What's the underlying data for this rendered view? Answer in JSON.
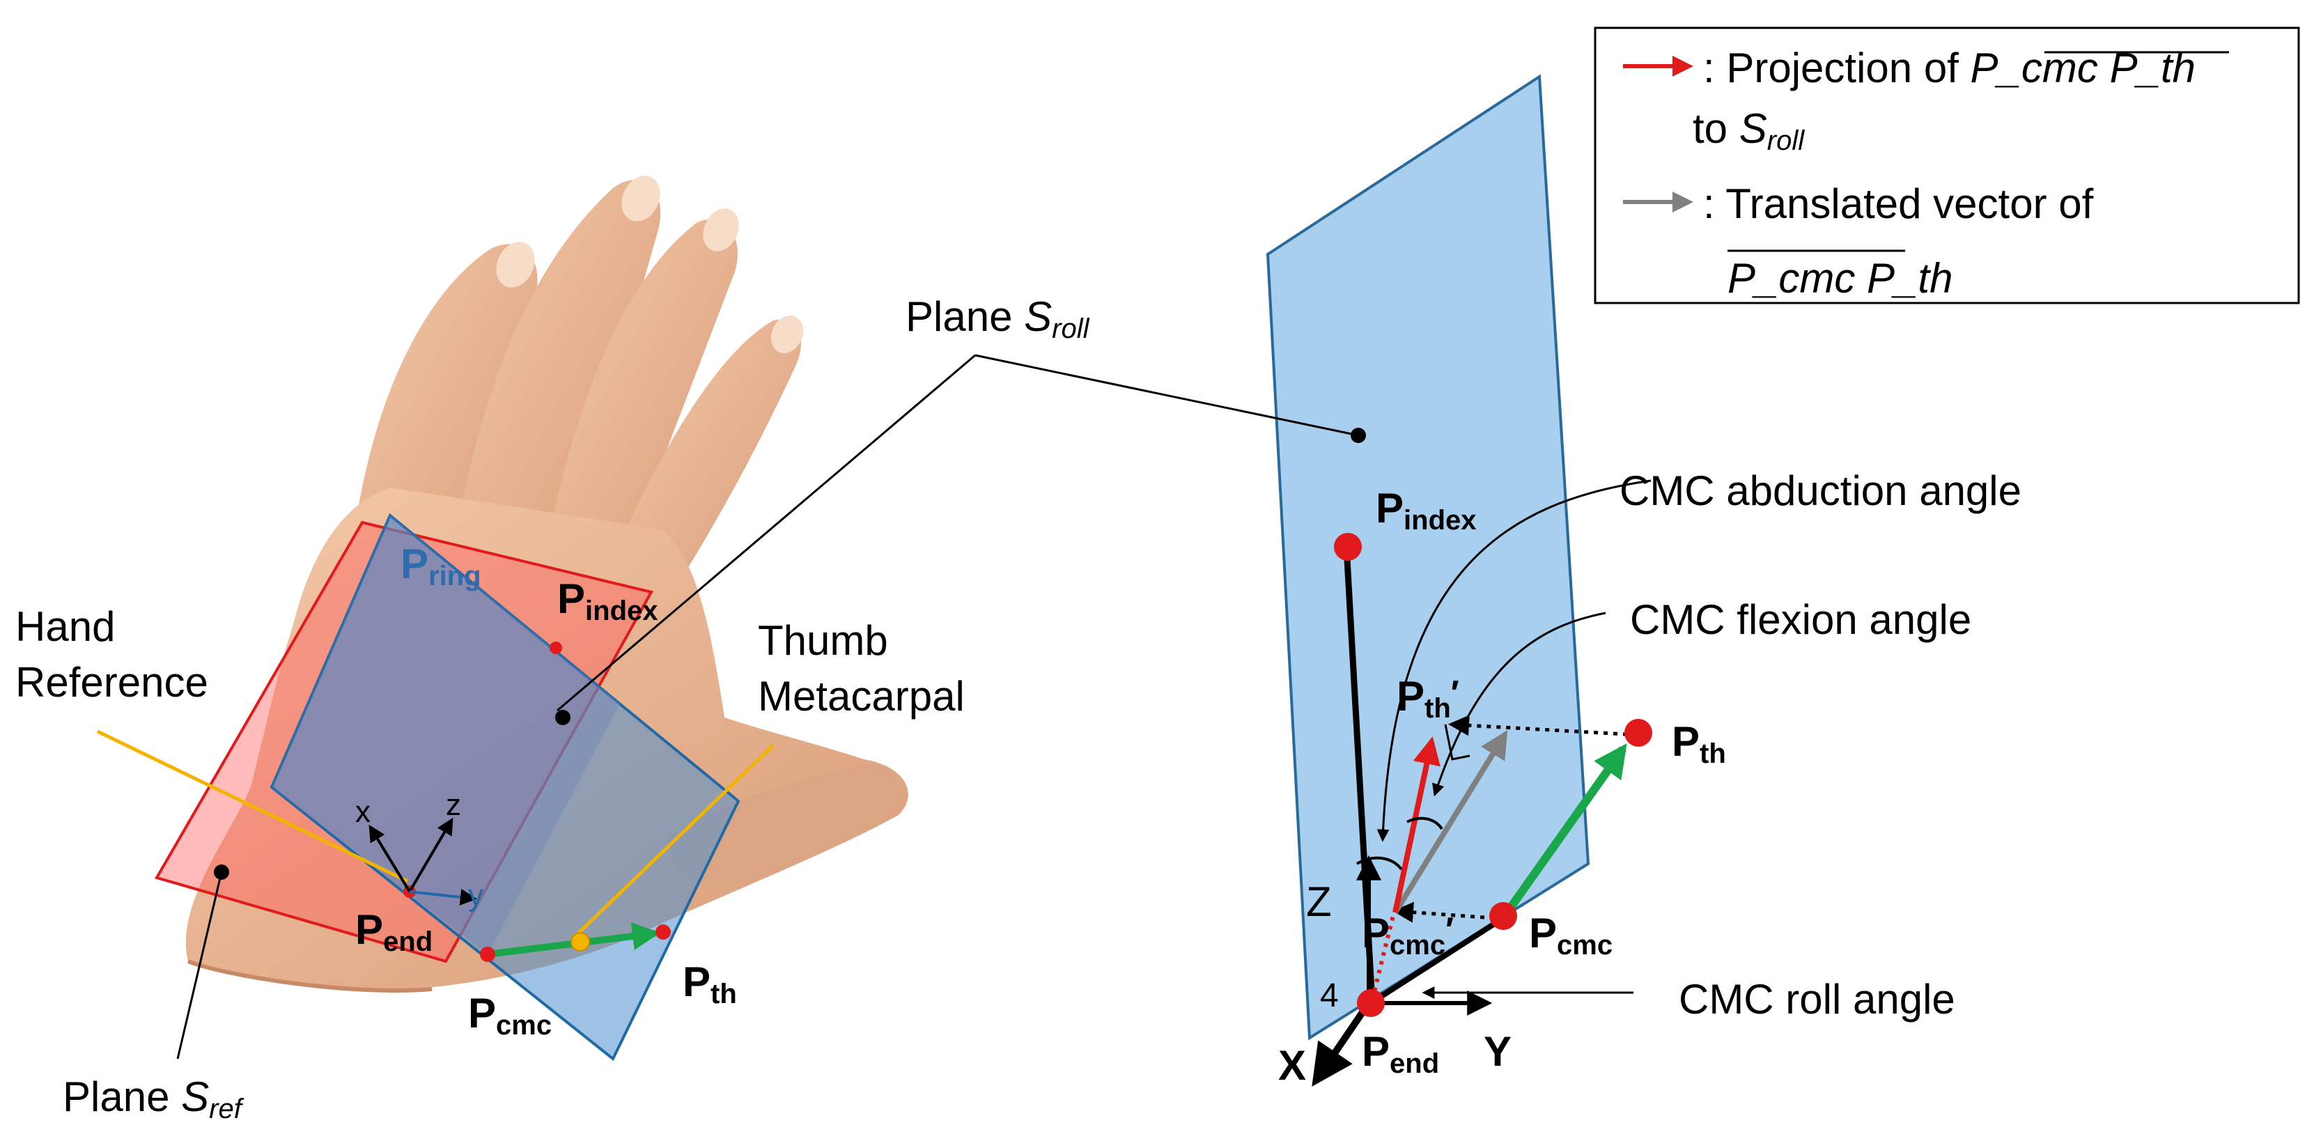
{
  "left": {
    "label_hand_line1": "Hand",
    "label_hand_line2": "Reference",
    "label_thumb_line1": "Thumb",
    "label_thumb_line2": "Metacarpal",
    "plane_sroll": {
      "prefix": "Plane ",
      "s": "S",
      "sub": "roll"
    },
    "plane_sref": {
      "prefix": "Plane ",
      "s": "S",
      "sub": "ref"
    },
    "points": {
      "p_ring": {
        "p": "P",
        "sub": "ring"
      },
      "p_index": {
        "p": "P",
        "sub": "index"
      },
      "p_end": {
        "p": "P",
        "sub": "end"
      },
      "p_cmc": {
        "p": "P",
        "sub": "cmc"
      },
      "p_th": {
        "p": "P",
        "sub": "th"
      }
    },
    "axes": {
      "x": "x",
      "y": "y",
      "z": "z"
    }
  },
  "right": {
    "cmc_abduction": "CMC abduction angle",
    "cmc_flexion": "CMC flexion angle",
    "cmc_roll": "CMC roll angle",
    "points": {
      "p_index": {
        "p": "P",
        "sub": "index"
      },
      "p_th_prime": {
        "p": "P",
        "sub": "th",
        "prime": "′"
      },
      "p_th": {
        "p": "P",
        "sub": "th"
      },
      "p_cmc_prime": {
        "p": "P",
        "sub": "cmc",
        "prime": "′"
      },
      "p_cmc": {
        "p": "P",
        "sub": "cmc"
      },
      "p_end": {
        "p": "P",
        "sub": "end"
      }
    },
    "axes": {
      "x": "X",
      "y": "Y",
      "z": "Z"
    },
    "num_4": "4"
  },
  "legend": {
    "line1": ": Projection of ",
    "pcmc_pth": "P_cmc P_th",
    "line1b": "to ",
    "sroll_s": "S",
    "sroll_sub": "roll",
    "line2": ": Translated vector of",
    "pcmc_pth2": "P_cmc P_th"
  },
  "colors": {
    "red": "#e11b1b",
    "green": "#1aa64a",
    "gray": "#808080",
    "plane_blue": "#a9cfee",
    "plane_edge": "#2a6a9a",
    "ref_red": "#ff5a5a",
    "yellow": "#f2b400",
    "skin": "#e9b896"
  }
}
